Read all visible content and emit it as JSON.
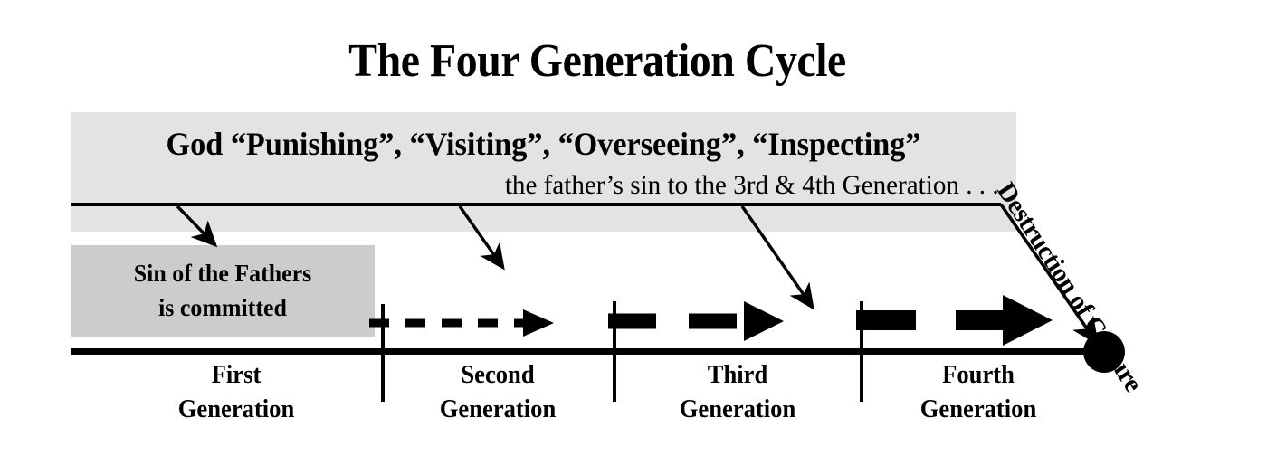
{
  "title": "The Four Generation Cycle",
  "banner": {
    "line1": "God “Punishing”, “Visiting”, “Overseeing”, “Inspecting”",
    "line2": "the father’s sin to the 3rd & 4th Generation . . .",
    "background_color": "#e3e3e3"
  },
  "sin_box": {
    "line1": "Sin of the Fathers",
    "line2": "is committed",
    "background_color": "#cccccc"
  },
  "timeline": {
    "generations": [
      {
        "ordinal": "First",
        "word": "Generation"
      },
      {
        "ordinal": "Second",
        "word": "Generation"
      },
      {
        "ordinal": "Third",
        "word": "Generation"
      },
      {
        "ordinal": "Fourth",
        "word": "Generation"
      }
    ],
    "progression_arrows": [
      {
        "generation": "Second",
        "weight": "thin-dashed"
      },
      {
        "generation": "Third",
        "weight": "medium-dashed"
      },
      {
        "generation": "Fourth",
        "weight": "thick-dashed"
      }
    ],
    "end_marker": "filled-circle"
  },
  "destruction_label": "Destruction of Culture",
  "colors": {
    "ink": "#000000",
    "banner_gray": "#e3e3e3",
    "box_gray": "#cccccc",
    "page": "#ffffff"
  }
}
